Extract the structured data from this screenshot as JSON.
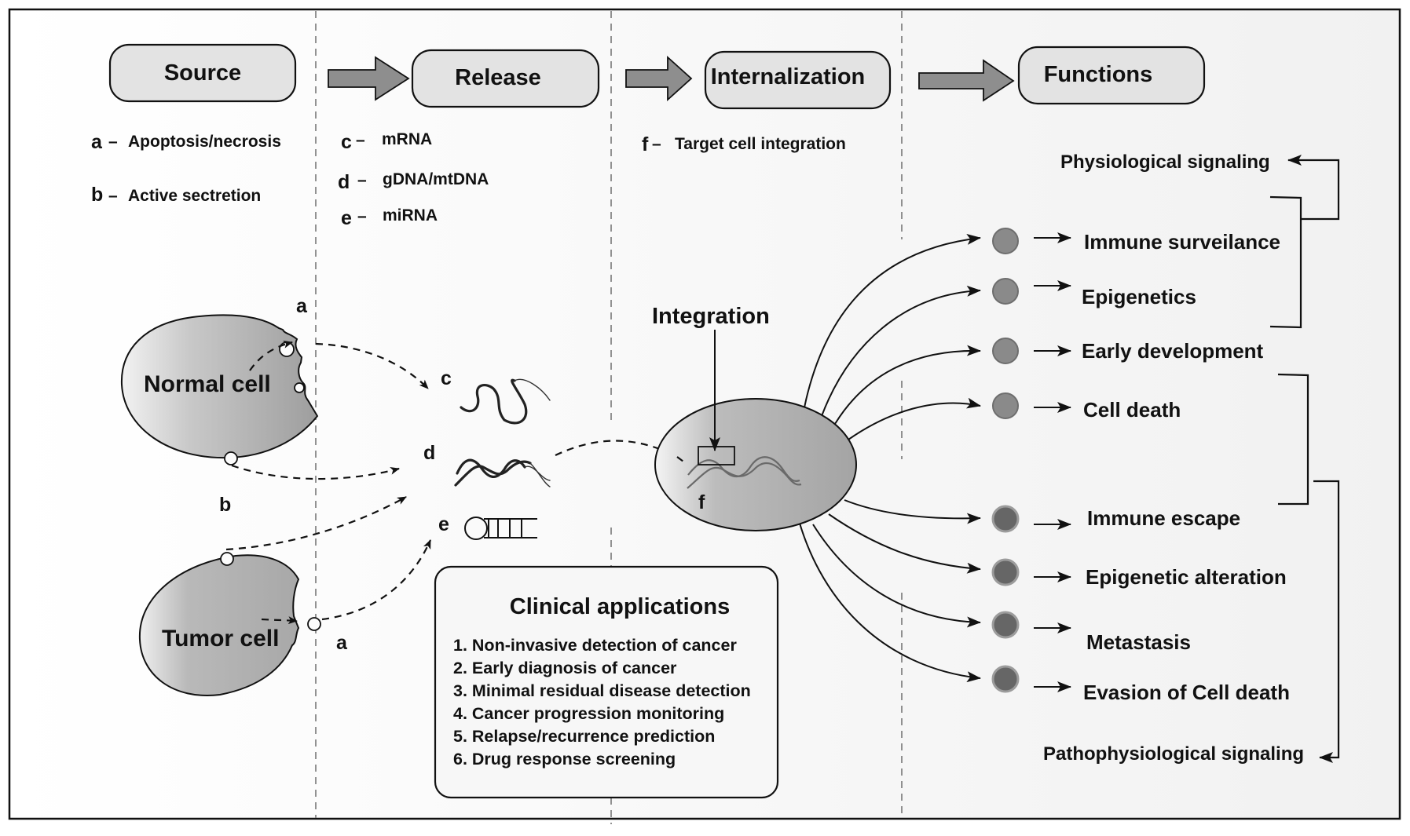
{
  "stages": [
    {
      "label": "Source"
    },
    {
      "label": "Release"
    },
    {
      "label": "Internalization"
    },
    {
      "label": "Functions"
    }
  ],
  "source_legend": [
    {
      "letter": "a",
      "dash": "–",
      "text": "Apoptosis/necrosis"
    },
    {
      "letter": "b",
      "dash": "–",
      "text": "Active sectretion"
    }
  ],
  "release_legend": [
    {
      "letter": "c",
      "dash": "–",
      "text": "mRNA"
    },
    {
      "letter": "d",
      "dash": "–",
      "text": "gDNA/mtDNA"
    },
    {
      "letter": "e",
      "dash": "–",
      "text": "miRNA"
    }
  ],
  "internalization_legend": [
    {
      "letter": "f",
      "dash": "–",
      "text": "Target cell integration"
    }
  ],
  "cells": {
    "normal": "Normal cell",
    "tumor": "Tumor cell",
    "target_label": "f"
  },
  "pathway_letters": {
    "normal_a": "a",
    "b": "b",
    "tumor_a": "a",
    "c": "c",
    "d": "d",
    "e": "e"
  },
  "integration_label": "Integration",
  "signaling": {
    "physiological": "Physiological signaling",
    "pathophysiological": "Pathophysiological signaling"
  },
  "functions": {
    "physiological": [
      "Immune surveilance",
      "Epigenetics",
      "Early development",
      "Cell death"
    ],
    "pathophysiological": [
      "Immune escape",
      "Epigenetic alteration",
      "Metastasis",
      "Evasion of Cell death"
    ]
  },
  "colors": {
    "physio_dot": "#8a8a8a",
    "patho_dot": "#666666",
    "patho_dot_ring": "#9c9c9c",
    "box_fill": "#e3e3e3",
    "arrow_fill": "#8e8e8e"
  },
  "clinical": {
    "title": "Clinical applications",
    "items": [
      "1. Non-invasive detection of cancer",
      "2. Early diagnosis of cancer",
      "3. Minimal residual disease detection",
      "4. Cancer progression monitoring",
      "5. Relapse/recurrence prediction",
      "6. Drug response screening"
    ]
  }
}
